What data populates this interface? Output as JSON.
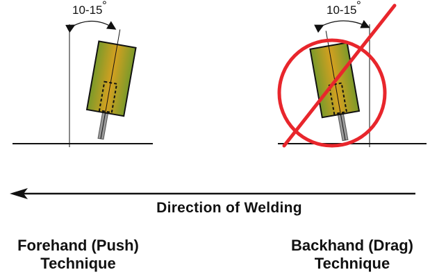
{
  "forehand": {
    "angle_label": "10-15",
    "degree_mark": "°",
    "title_line1": "Forehand (Push)",
    "title_line2": "Technique"
  },
  "backhand": {
    "angle_label": "10-15",
    "degree_mark": "°",
    "title_line1": "Backhand (Drag)",
    "title_line2": "Technique"
  },
  "direction": {
    "label": "Direction of Welding"
  },
  "colors": {
    "prohibited": "#e8262c",
    "nozzle_edge": "#7a9a2a",
    "nozzle_center": "#d4a020",
    "wire": "#9a9a9a",
    "ink": "#111111"
  }
}
